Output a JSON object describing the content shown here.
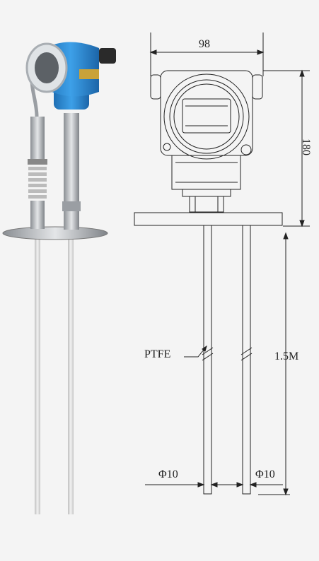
{
  "dimensions": {
    "width_label": "98",
    "height_label": "180",
    "length_label": "1.5M",
    "material_label": "PTFE",
    "dia_left_label": "Φ10",
    "dia_right_label": "Φ10"
  },
  "colors": {
    "housing_blue": "#2f8fd6",
    "metal": "#b9bdc2",
    "rod": "#d9d9d9",
    "line": "#222222",
    "nameplate": "#c9a23a"
  }
}
